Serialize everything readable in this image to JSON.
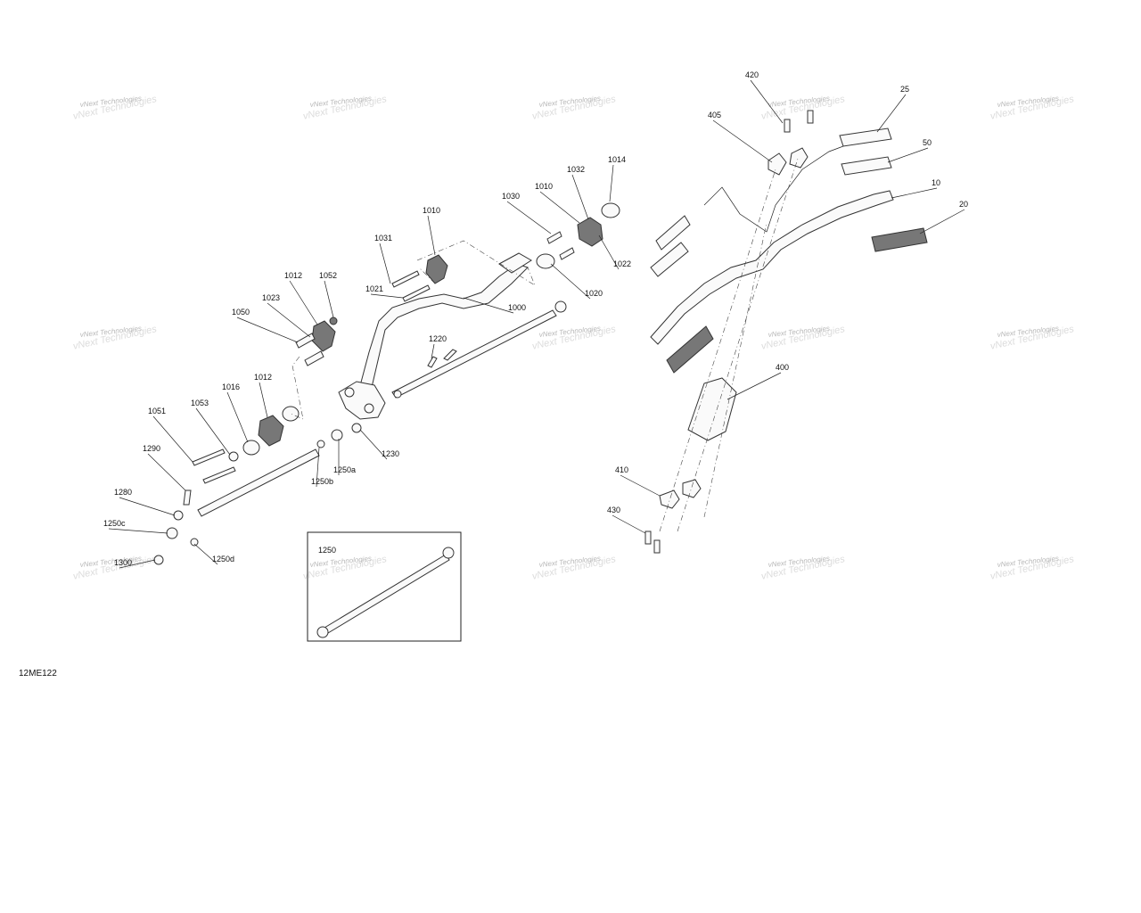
{
  "drawing_code": "12ME122",
  "inset": {
    "label": "1250"
  },
  "watermark": {
    "text": "vNext Technologies"
  },
  "callouts": [
    "420",
    "25",
    "405",
    "50",
    "10",
    "20",
    "1014",
    "1032",
    "1010",
    "1030",
    "1010",
    "1022",
    "1031",
    "1020",
    "1021",
    "1000",
    "1012",
    "1052",
    "1023",
    "1050",
    "1220",
    "400",
    "1016",
    "1012",
    "1053",
    "1051",
    "1230",
    "1250a",
    "1250b",
    "1290",
    "1280",
    "410",
    "430",
    "1250c",
    "1300",
    "1250d"
  ]
}
